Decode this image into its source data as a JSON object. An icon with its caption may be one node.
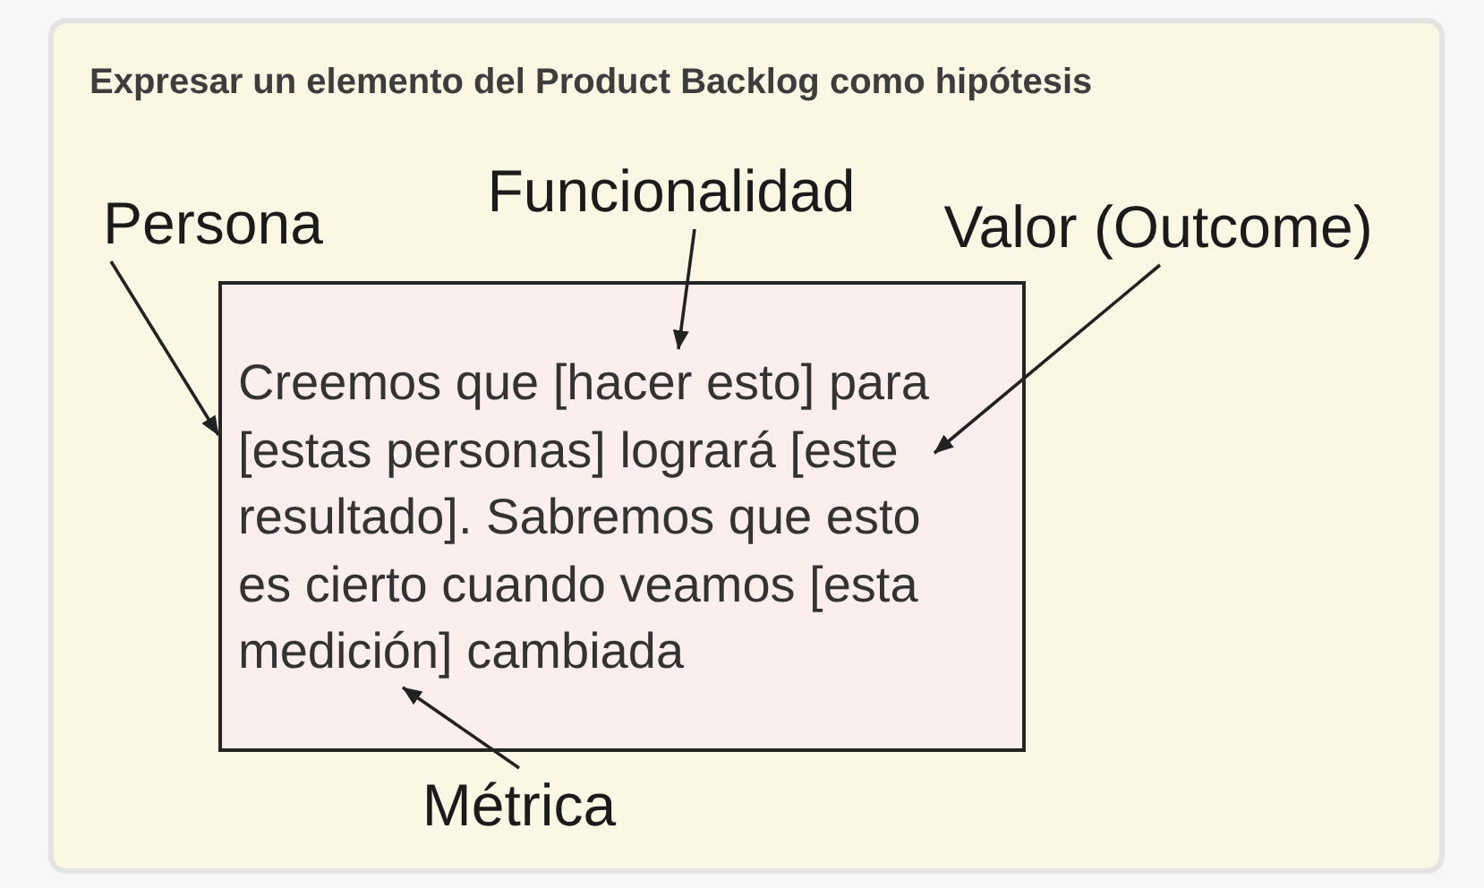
{
  "diagram": {
    "title": "Expresar un elemento del Product Backlog como hipótesis",
    "nodes": [
      {
        "text": [
          "Persona"
        ]
      },
      {
        "text": [
          "Funcionalidad"
        ]
      },
      {
        "text": [
          "Valor (Outcome)"
        ]
      },
      {
        "text": [
          "Creemos que [hacer esto] para [estas personas] logrará [este resultado]. Sabremos que esto es cierto cuando veamos [esta medición] cambiada"
        ]
      },
      {
        "text": [
          "Métrica"
        ]
      }
    ],
    "edges": [
      {
        "from": 0,
        "to": 3,
        "arrow": "to"
      },
      {
        "from": 1,
        "to": 3,
        "arrow": "to"
      },
      {
        "from": 2,
        "to": 3,
        "arrow": "to"
      },
      {
        "from": 4,
        "to": 3,
        "arrow": "to"
      }
    ]
  }
}
